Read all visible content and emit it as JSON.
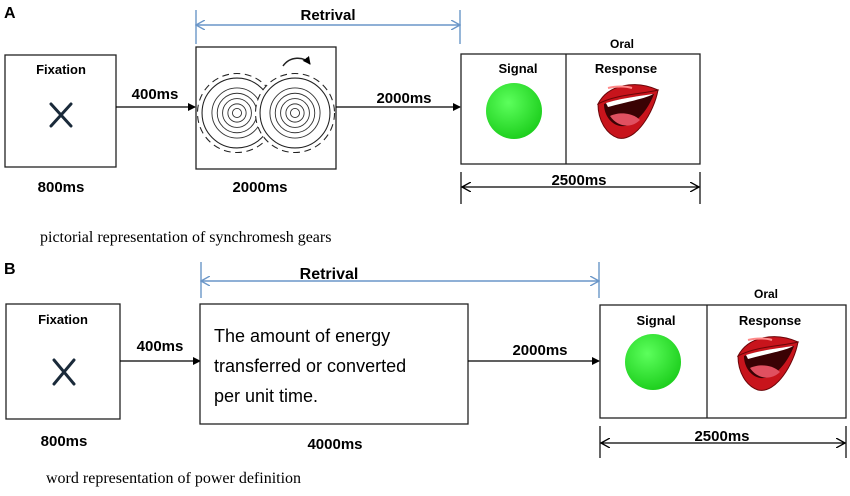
{
  "panel_a": {
    "label": "A",
    "retrieval": "Retrival",
    "fixation": "Fixation",
    "fixation_duration": "800ms",
    "gap1": "400ms",
    "stimulus_duration": "2000ms",
    "gap2": "2000ms",
    "oral": "Oral",
    "signal": "Signal",
    "response": "Response",
    "response_duration": "2500ms",
    "caption": "pictorial representation of synchromesh gears"
  },
  "panel_b": {
    "label": "B",
    "retrieval": "Retrival",
    "fixation": "Fixation",
    "fixation_duration": "800ms",
    "gap1": "400ms",
    "stimulus_lines": [
      "The amount of energy",
      "transferred or converted",
      "per unit time."
    ],
    "stimulus_duration": "4000ms",
    "gap2": "2000ms",
    "oral": "Oral",
    "signal": "Signal",
    "response": "Response",
    "response_duration": "2500ms",
    "caption": "word representation of power definition"
  },
  "colors": {
    "signal_green": "#22e022",
    "retrieval_arrow": "#6a96c8",
    "lips_red": "#c8141c"
  },
  "icons": [
    "fixation-cross-icon",
    "gears-icon",
    "green-signal-icon",
    "mouth-icon"
  ]
}
